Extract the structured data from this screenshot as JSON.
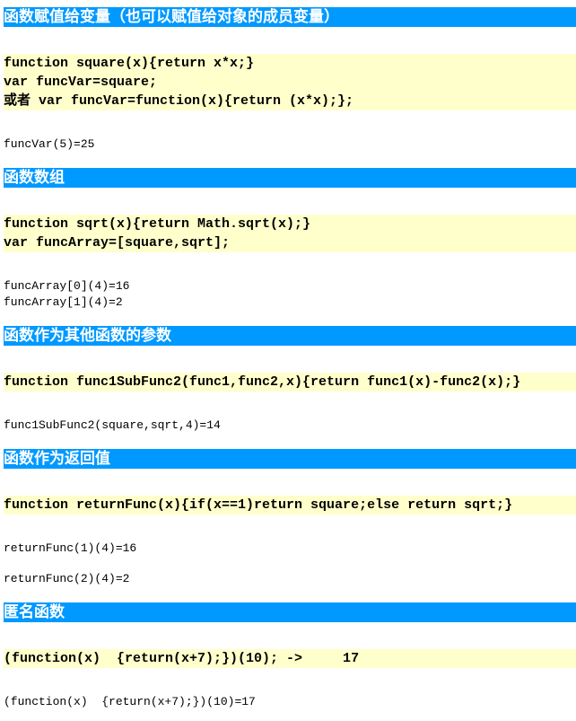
{
  "sections": [
    {
      "title": "函数赋值给变量（也可以赋值给对象的成员变量）",
      "code": [
        "function square(x){return x*x;}",
        "var funcVar=square;",
        "或者 var funcVar=function(x){return (x*x);};"
      ],
      "outputs": [
        "funcVar(5)=25"
      ]
    },
    {
      "title": "函数数组",
      "code": [
        "function sqrt(x){return Math.sqrt(x);}",
        "var funcArray=[square,sqrt];"
      ],
      "outputs": [
        "funcArray[0](4)=16",
        "funcArray[1](4)=2"
      ]
    },
    {
      "title": "函数作为其他函数的参数",
      "code": [
        "function func1SubFunc2(func1,func2,x){return func1(x)-func2(x);}"
      ],
      "outputs": [
        "func1SubFunc2(square,sqrt,4)=14"
      ]
    },
    {
      "title": "函数作为返回值",
      "code": [
        "function returnFunc(x){if(x==1)return square;else return sqrt;}"
      ],
      "outputs": [
        "returnFunc(1)(4)=16",
        "returnFunc(2)(4)=2"
      ]
    },
    {
      "title": "匿名函数",
      "code": [
        "(function(x)  {return(x+7);})(10); ->     17"
      ],
      "outputs": [
        "(function(x)  {return(x+7);})(10)=17"
      ]
    }
  ]
}
